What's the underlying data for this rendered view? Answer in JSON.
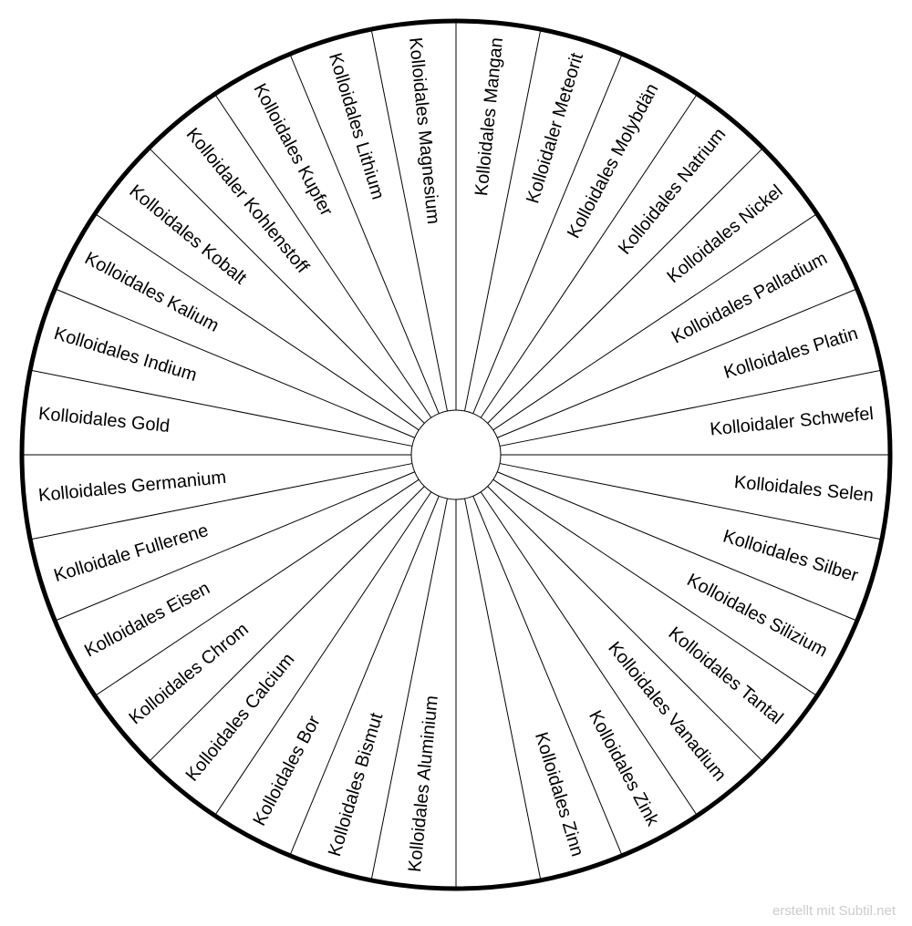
{
  "wheel": {
    "labels": [
      "Kolloidales Mangan",
      "Kolloidaler Meteorit",
      "Kolloidales Molybdän",
      "Kolloidales Natrium",
      "Kolloidales Nickel",
      "Kolloidales Palladium",
      "Kolloidales Platin",
      "Kolloidaler Schwefel",
      "Kolloidales Selen",
      "Kolloidales Silber",
      "Kolloidales Silizium",
      "Kolloidales Tantal",
      "Kolloidales Vanadium",
      "Kolloidales Zink",
      "Kolloidales Zinn",
      "",
      "Kolloidales Aluminium",
      "Kolloidales Bismut",
      "Kolloidales Bor",
      "Kolloidales Calcium",
      "Kolloidales Chrom",
      "Kolloidales Eisen",
      "Kolloidale Fullerene",
      "Kolloidales Germanium",
      "Kolloidales Gold",
      "Kolloidales Indium",
      "Kolloidales Kalium",
      "Kolloidales Kobalt",
      "Kolloidaler Kohlenstoff",
      "Kolloidales Kupfer",
      "Kolloidales Lithium",
      "Kolloidales Magnesium"
    ],
    "colors": {
      "stroke": "#000000",
      "background": "#ffffff"
    }
  },
  "footer": {
    "text": "erstellt mit Subtil.net"
  }
}
